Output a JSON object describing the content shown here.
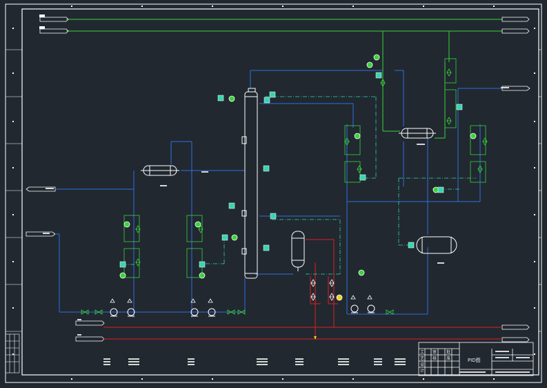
{
  "drawing": {
    "title": "PID图",
    "subtitle": "",
    "colors": {
      "background": "#212830",
      "border": "#ffffff",
      "process_line": "#2f6fe0",
      "utility_line": "#3ad43a",
      "steam_line": "#e02020",
      "instrument_line": "#3ad4b0",
      "equipment": "#ffffff"
    }
  },
  "title_block": {
    "drawing_name": "PID图",
    "cells": [
      "工",
      "艺",
      "设",
      "计",
      "审",
      "核",
      "批",
      "准"
    ]
  },
  "symbols": {
    "column": "distillation-column",
    "exchangers": [
      "heat-exchanger",
      "heat-exchanger"
    ],
    "vessels": [
      "reflux-drum",
      "reboiler"
    ],
    "pumps": [
      "pump",
      "pump",
      "pump",
      "pump",
      "pump",
      "pump"
    ]
  }
}
